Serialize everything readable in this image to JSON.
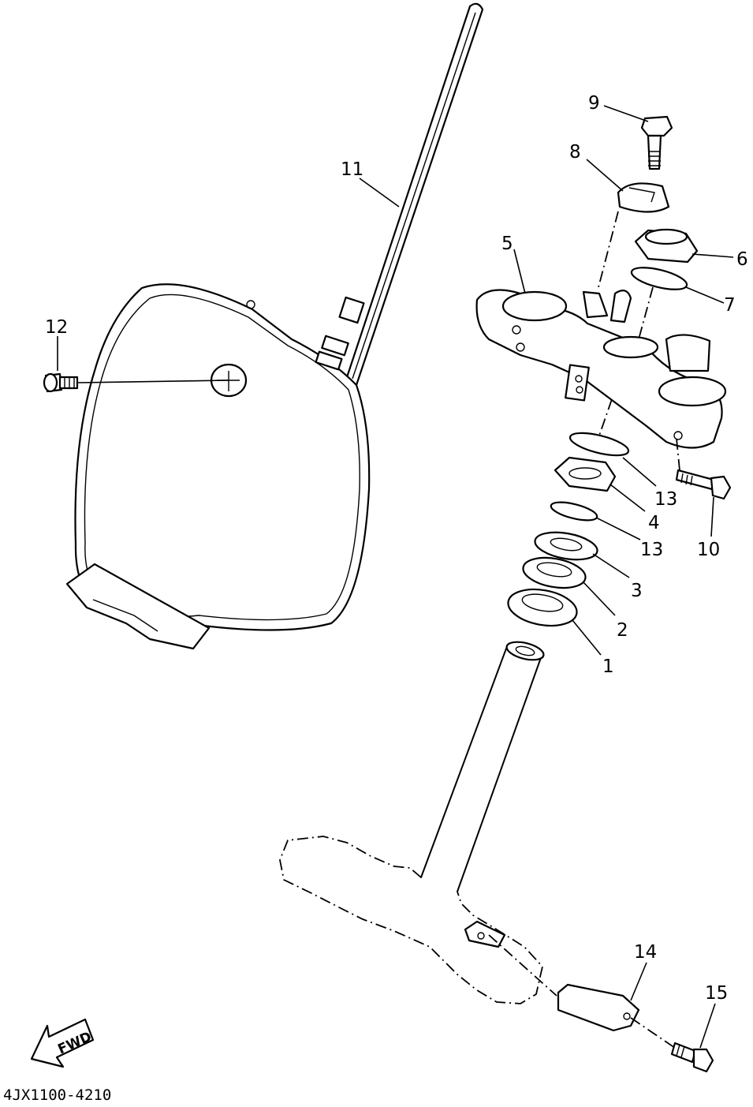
{
  "diagram": {
    "callouts": {
      "c1": "1",
      "c2": "2",
      "c3": "3",
      "c4": "4",
      "c5": "5",
      "c6": "6",
      "c7": "7",
      "c8": "8",
      "c9": "9",
      "c10": "10",
      "c11": "11",
      "c12": "12",
      "c13a": "13",
      "c13b": "13",
      "c14": "14",
      "c15": "15"
    },
    "direction_label": "FWD",
    "drawing_code": "4JX1100-4210"
  }
}
